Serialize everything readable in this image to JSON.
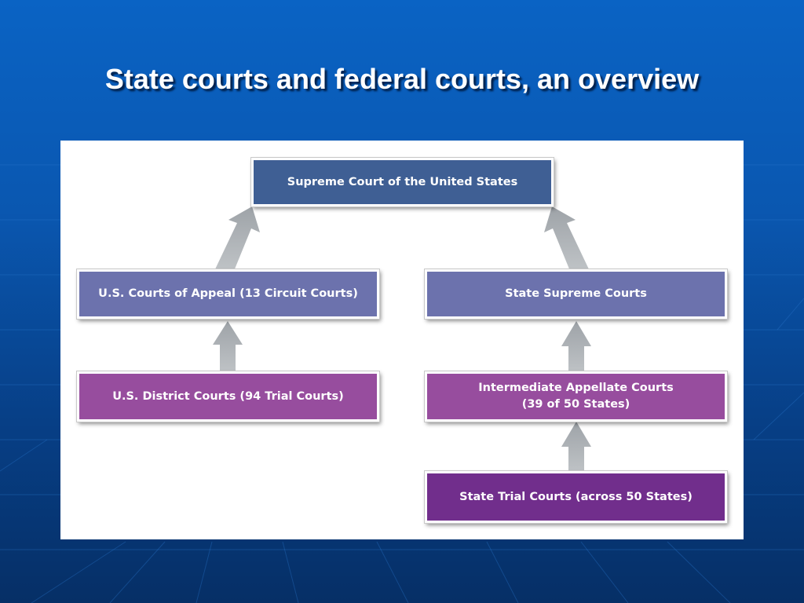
{
  "slide": {
    "title": "State courts and federal courts, an overview"
  },
  "diagram": {
    "supreme_court": "Supreme Court of the United States",
    "federal": {
      "appeals": "U.S. Courts of Appeal (13 Circuit Courts)",
      "district": "U.S. District Courts (94 Trial Courts)"
    },
    "state": {
      "supreme": "State Supreme Courts",
      "intermediate": "Intermediate Appellate Courts\n(39 of 50 States)",
      "trial": "State Trial Courts (across 50 States)"
    }
  },
  "colors": {
    "supreme": "#3f5f94",
    "appeals": "#6c72ad",
    "district": "#974d9e",
    "intermediate": "#974d9e",
    "trial": "#712e8c",
    "arrow": "#a6abaf"
  }
}
